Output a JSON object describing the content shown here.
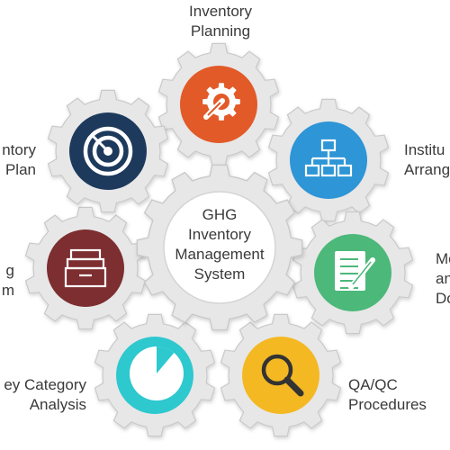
{
  "center": {
    "lines": [
      "GHG",
      "Inventory",
      "Management",
      "System"
    ]
  },
  "components": [
    {
      "id": "inventory-planning",
      "lines": [
        "Inventory",
        "Planning"
      ],
      "color": "#e25a28",
      "icon": "gear-pencil-icon"
    },
    {
      "id": "institutional-arrangements",
      "lines": [
        "Institu",
        "Arrang"
      ],
      "color": "#2e95d6",
      "icon": "org-chart-icon"
    },
    {
      "id": "methods-documentation",
      "lines": [
        "Me",
        "an",
        "Do"
      ],
      "color": "#4cb87a",
      "icon": "document-edit-icon"
    },
    {
      "id": "qa-qc-procedures",
      "lines": [
        "QA/QC",
        "Procedures"
      ],
      "color": "#f4b823",
      "icon": "magnifier-icon"
    },
    {
      "id": "key-category-analysis",
      "lines": [
        "ey Category",
        "Analysis"
      ],
      "color": "#2ec8cf",
      "icon": "pie-chart-icon"
    },
    {
      "id": "archiving-system",
      "lines": [
        "g",
        "m"
      ],
      "color": "#7d2e30",
      "icon": "file-drawer-icon"
    },
    {
      "id": "inventory-improvement-plan",
      "lines": [
        "ntory",
        "Plan"
      ],
      "color": "#1d3a5c",
      "icon": "target-icon"
    }
  ],
  "colors": {
    "gear_fill": "#e7e7e7",
    "gear_stroke": "#c9c9c9",
    "text": "#3a3a3a"
  }
}
